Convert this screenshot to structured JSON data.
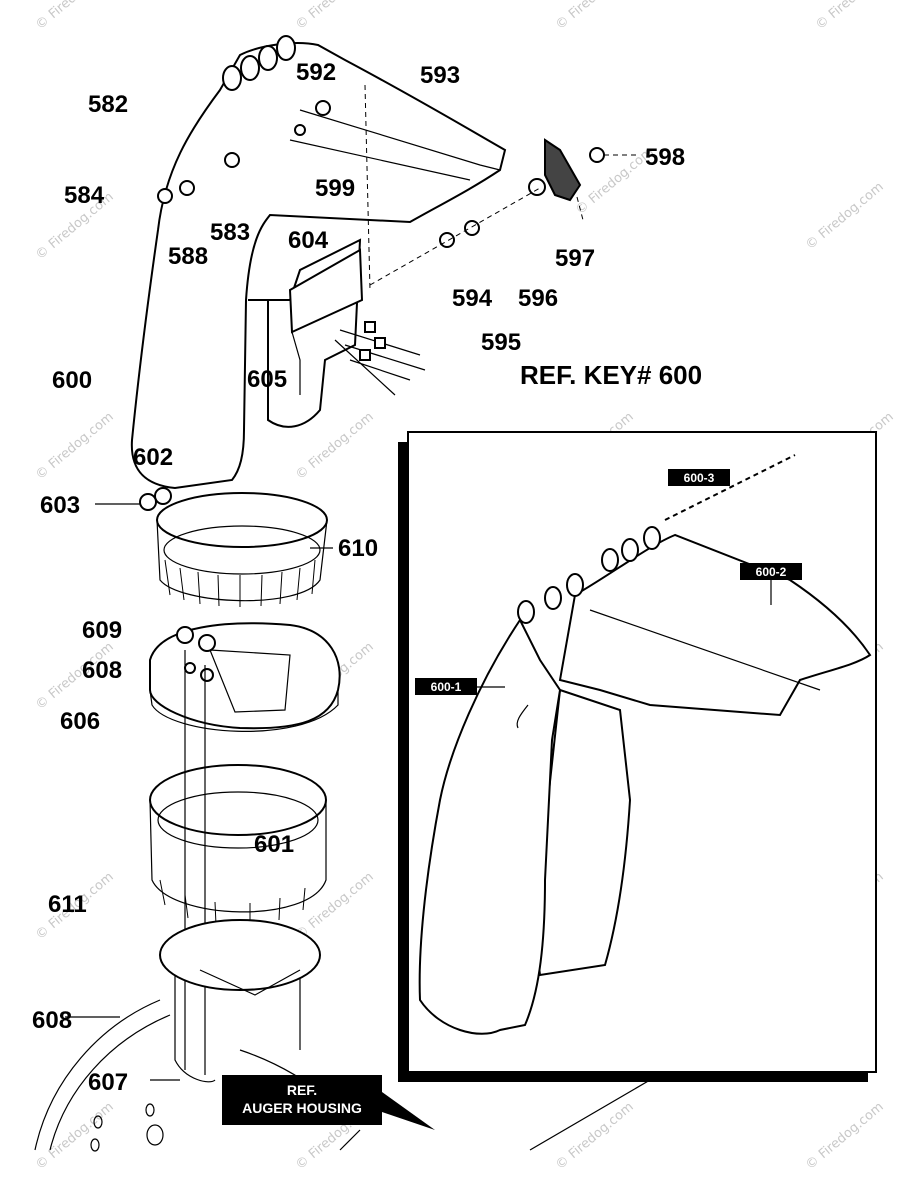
{
  "callouts": {
    "c582": "582",
    "c592": "592",
    "c593": "593",
    "c598": "598",
    "c584": "584",
    "c599": "599",
    "c583": "583",
    "c604": "604",
    "c588": "588",
    "c597": "597",
    "c594": "594",
    "c596": "596",
    "c595": "595",
    "c600": "600",
    "c605": "605",
    "c602": "602",
    "c603": "603",
    "c610": "610",
    "c609": "609",
    "c608a": "608",
    "c606": "606",
    "c601": "601",
    "c611": "611",
    "c608b": "608",
    "c607": "607"
  },
  "inset": {
    "ref_key": "REF. KEY# 600",
    "tags": {
      "t600_1": "600-1",
      "t600_2": "600-2",
      "t600_3": "600-3"
    }
  },
  "ref_box": {
    "line1": "REF.",
    "line2": "AUGER HOUSING"
  },
  "watermark": "© Firedog.com",
  "colors": {
    "line": "#000000",
    "watermark": "#c8c8c8",
    "tag_fill": "#000000",
    "tag_text": "#ffffff"
  }
}
